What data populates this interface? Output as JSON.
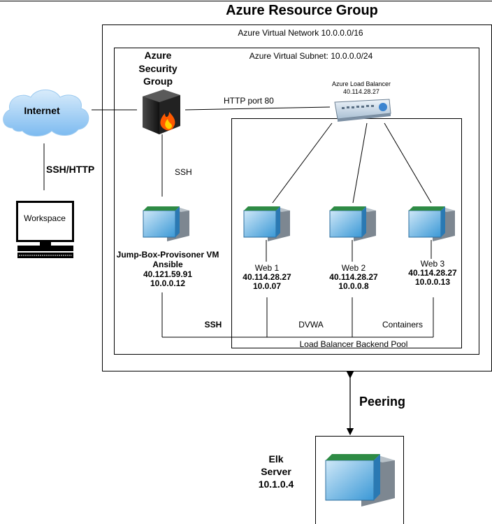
{
  "title": "Azure Resource Group",
  "vnet_label": "Azure Virtual Network 10.0.0.0/16",
  "subnet_label": "Azure Virtual Subnet: 10.0.0.0/24",
  "security_group": {
    "line1": "Azure",
    "line2": "Security",
    "line3": "Group"
  },
  "internet_label": "Internet",
  "ssh_http_label": "SSH/HTTP",
  "workspace_label": "Workspace",
  "http_label": "HTTP port 80",
  "load_balancer": {
    "name": "Azure Load Balancer",
    "ip": "40.114.28.27"
  },
  "ssh_label": "SSH",
  "jumpbox": {
    "name": "Jump-Box-Provisoner VM",
    "role": "Ansible",
    "public_ip": "40.121.59.91",
    "private_ip": "10.0.0.12"
  },
  "web1": {
    "name": "Web 1",
    "public_ip": "40.114.28.27",
    "private_ip": "10.0.07"
  },
  "web2": {
    "name": "Web 2",
    "public_ip": "40.114.28.27",
    "private_ip": "10.0.0.8"
  },
  "web3": {
    "name": "Web 3",
    "public_ip": "40.114.28.27",
    "private_ip": "10.0.0.13"
  },
  "bottom_ssh_label": "SSH",
  "dvwa_label": "DVWA",
  "containers_label": "Containers",
  "backend_pool_label": "Load Balancer Backend Pool",
  "peering_label": "Peering",
  "elk": {
    "line1": "Elk",
    "line2": "Server",
    "ip": "10.1.0.4"
  }
}
